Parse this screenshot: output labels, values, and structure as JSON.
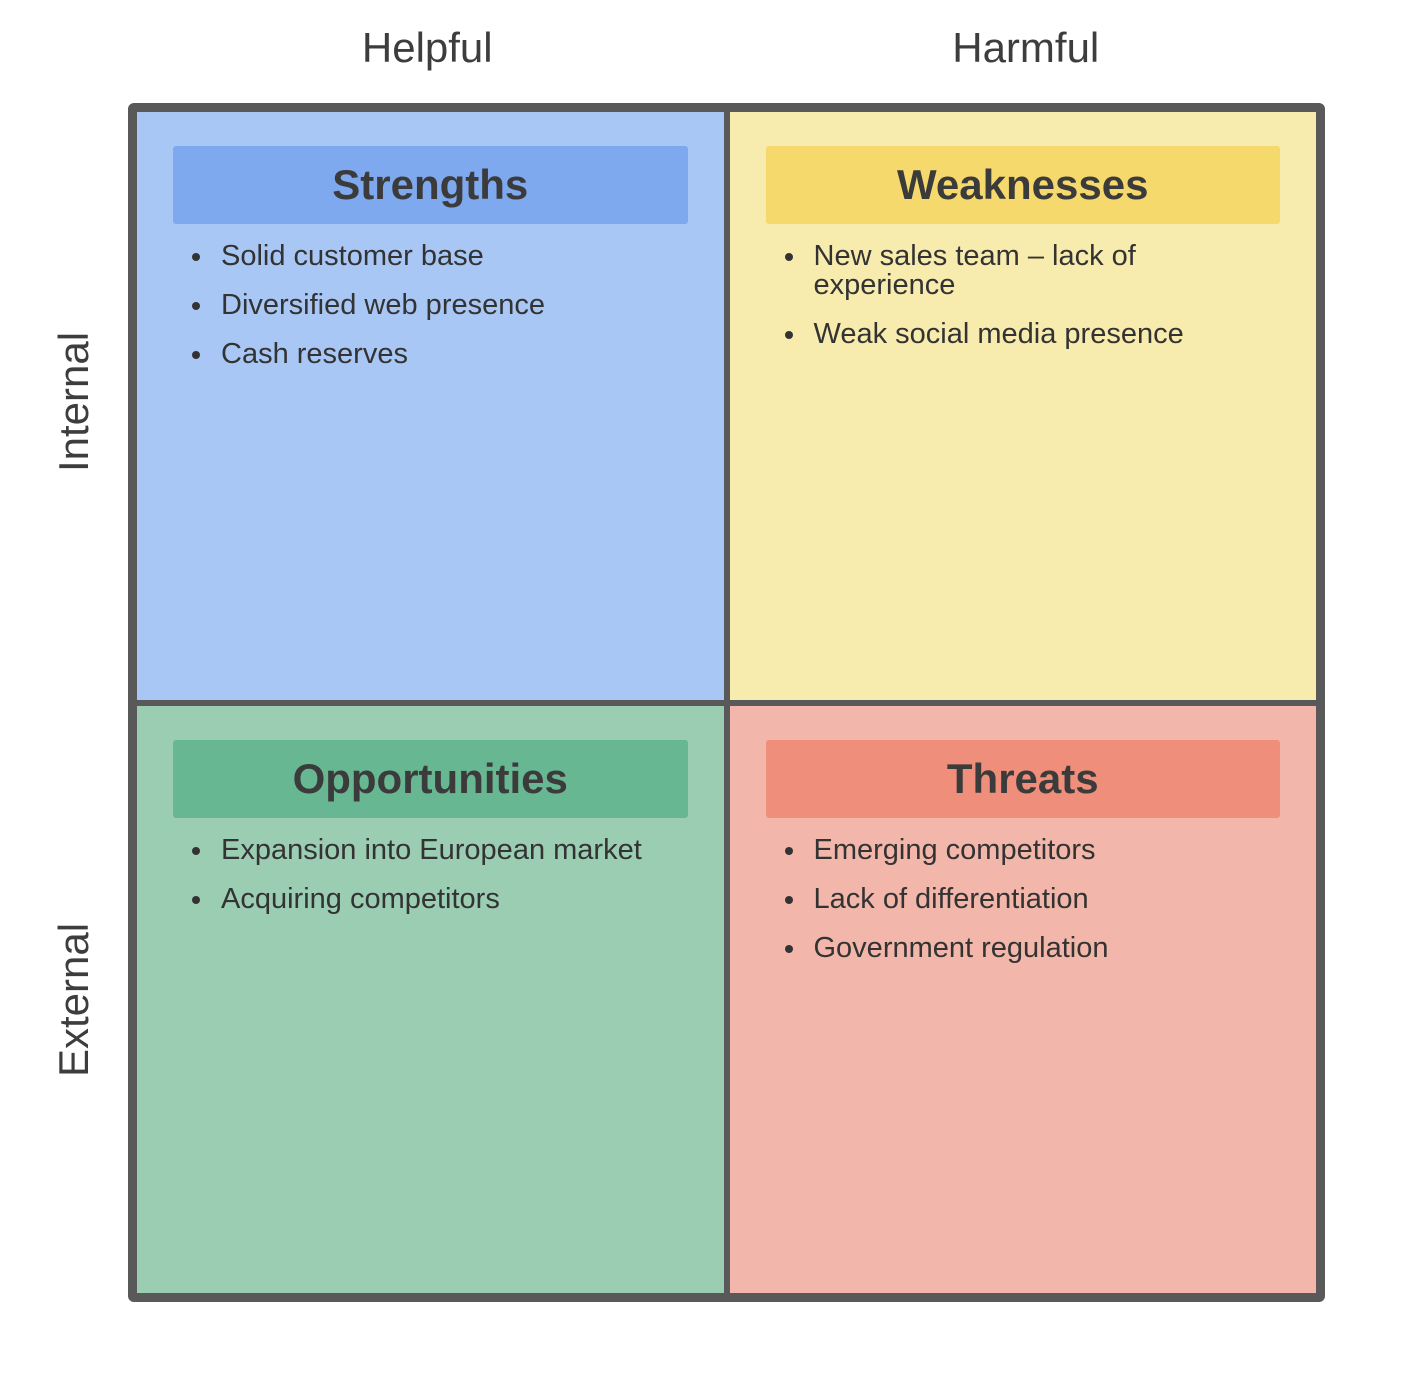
{
  "axis_labels": {
    "top": {
      "helpful": "Helpful",
      "harmful": "Harmful"
    },
    "side": {
      "internal": "Internal",
      "external": "External"
    }
  },
  "quadrants": {
    "strengths": {
      "title": "Strengths",
      "bg": "#A9C7F5",
      "header_bg": "#7EA9EF",
      "items": [
        "Solid customer base",
        "Diversified web presence",
        "Cash reserves"
      ]
    },
    "weaknesses": {
      "title": "Weaknesses",
      "bg": "#F8EBAE",
      "header_bg": "#F6D96D",
      "items": [
        "New sales team – lack of experience",
        "Weak social media presence"
      ]
    },
    "opportunities": {
      "title": "Opportunities",
      "bg": "#9BCDB3",
      "header_bg": "#67B793",
      "items": [
        "Expansion into European market",
        "Acquiring competitors"
      ]
    },
    "threats": {
      "title": "Threats",
      "bg": "#F2B7AA",
      "header_bg": "#EF8E7B",
      "items": [
        "Emerging competitors",
        "Lack of differentiation",
        "Government regulation"
      ]
    }
  },
  "colors": {
    "grid_border": "#595959",
    "text": "#3B3B3B",
    "background": "#FFFFFF"
  }
}
